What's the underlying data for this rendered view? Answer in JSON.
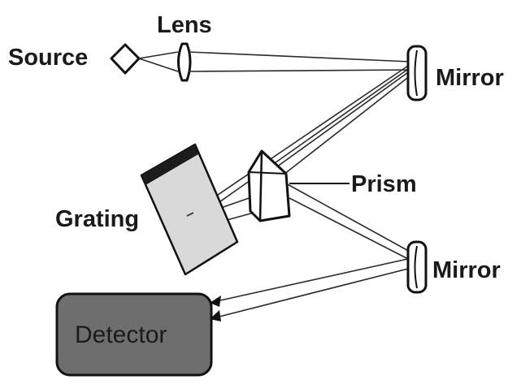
{
  "labels": {
    "source": "Source",
    "lens": "Lens",
    "mirror_top": "Mirror",
    "prism": "Prism",
    "grating": "Grating",
    "mirror_bottom": "Mirror",
    "detector": "Detector"
  },
  "colors": {
    "background": "#ffffff",
    "outline": "#111111",
    "grating_face": "#d9d9d9",
    "grating_edge": "#1c1c1c",
    "detector_fill": "#6e6e6e",
    "mirror_fill": "#ffffff"
  }
}
